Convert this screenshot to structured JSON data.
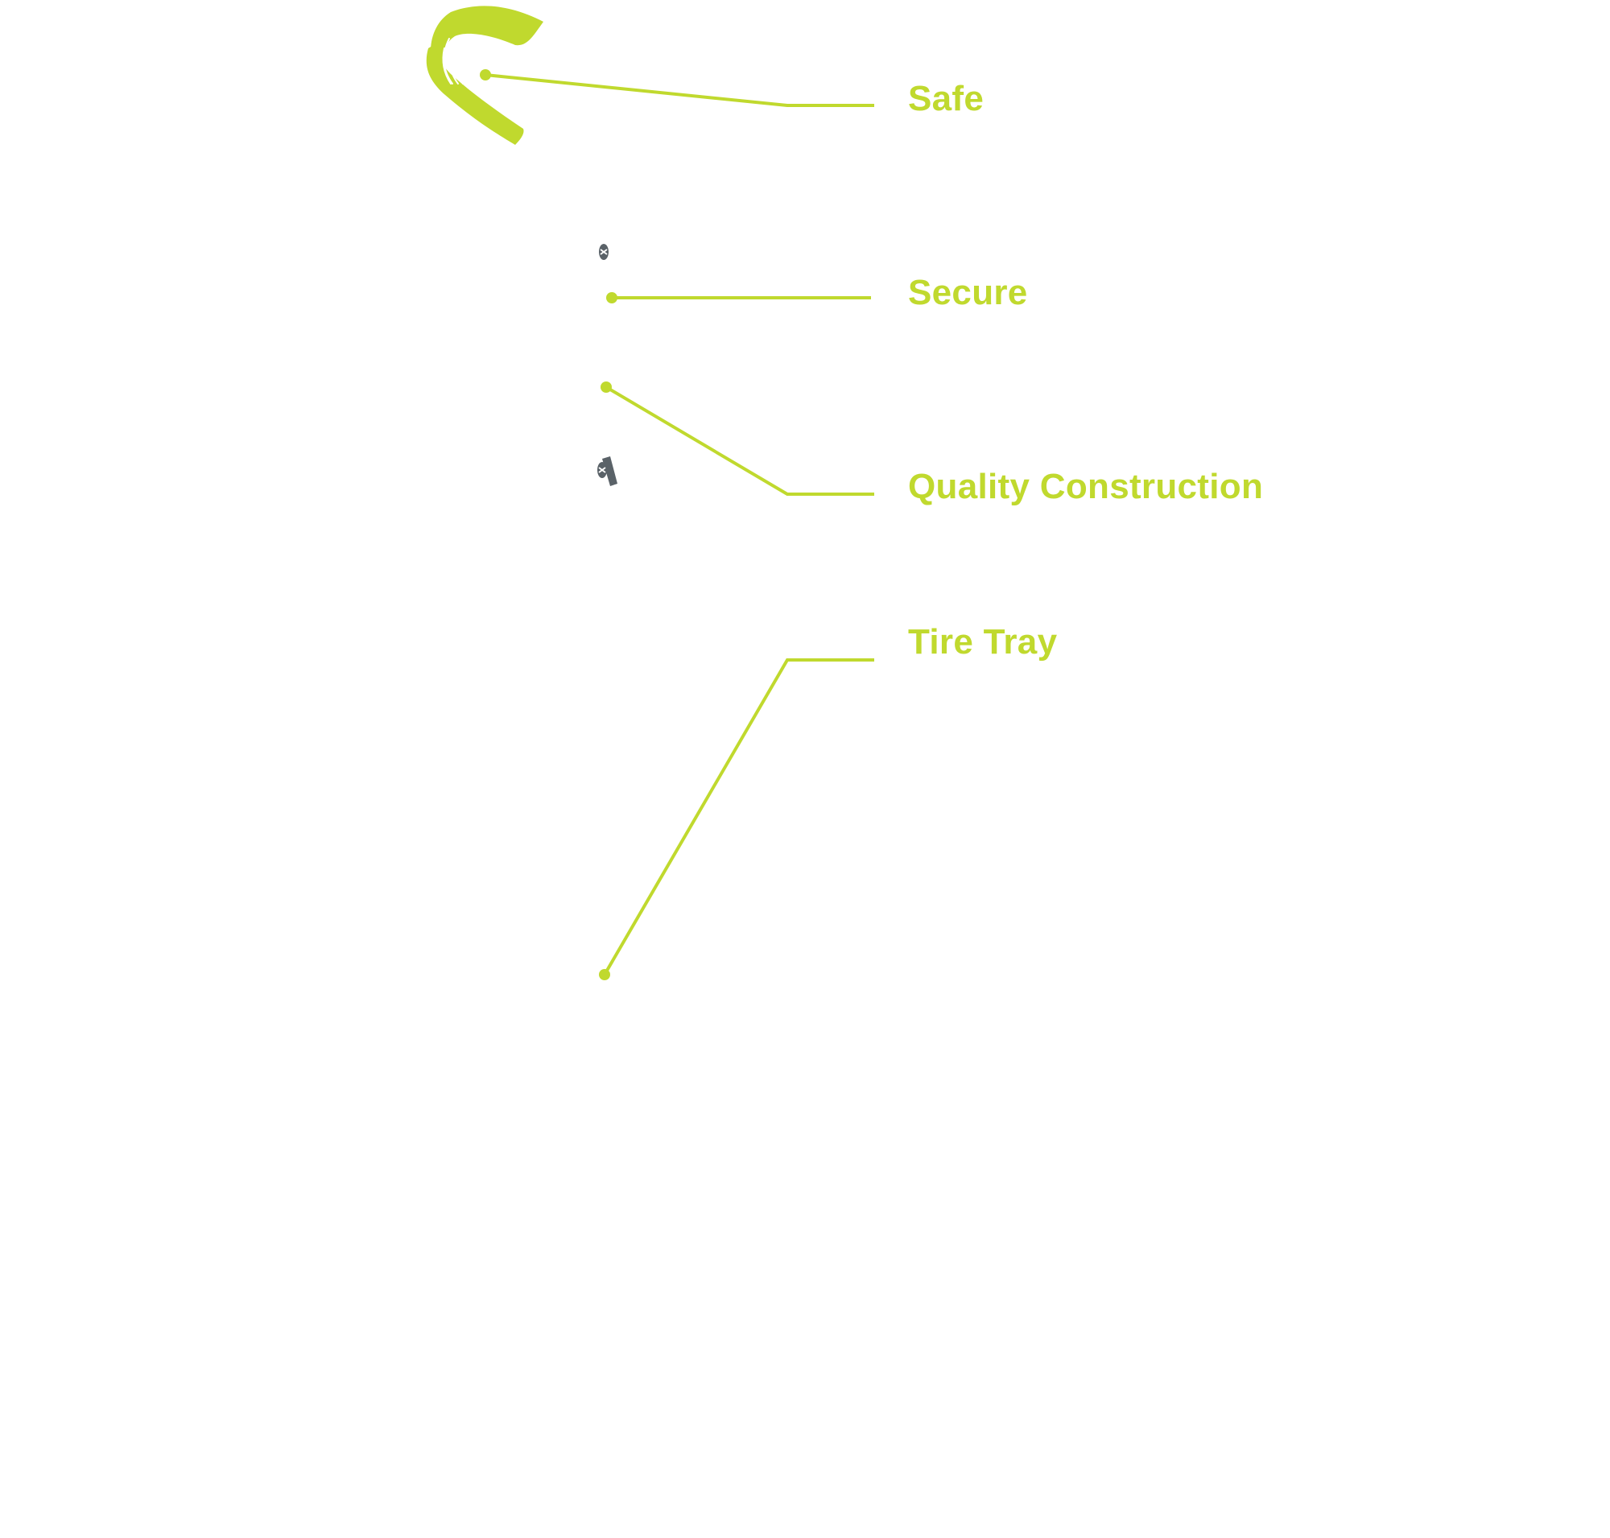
{
  "colors": {
    "accent": "#c0d92e",
    "hardware": "#5a6268",
    "background": "#ffffff"
  },
  "callouts": [
    {
      "id": "safe",
      "label": "Safe"
    },
    {
      "id": "secure",
      "label": "Secure"
    },
    {
      "id": "quality",
      "label": "Quality Construction"
    },
    {
      "id": "tire",
      "label": "Tire Tray"
    }
  ],
  "icons": {
    "hook": "bike-hook-icon",
    "screw_top": "screw-icon",
    "screw_bracket": "bracket-screw-icon"
  }
}
